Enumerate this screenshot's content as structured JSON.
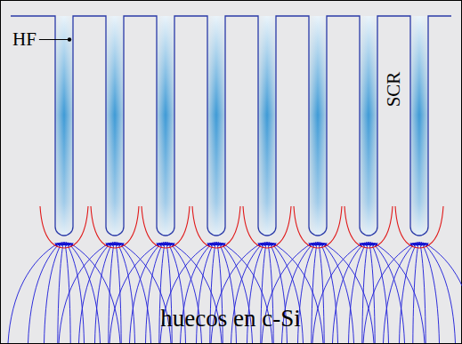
{
  "diagram": {
    "labels": [
      "HF",
      "SCR",
      "huecos en c-Si"
    ]
  }
}
